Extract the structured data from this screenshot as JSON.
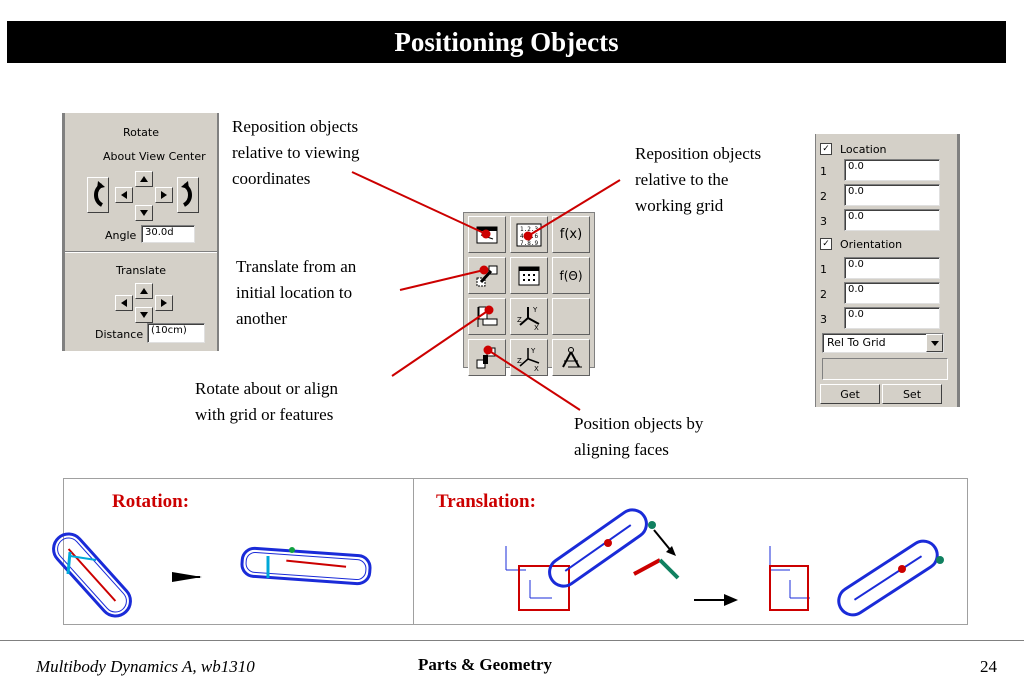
{
  "title": "Positioning Objects",
  "left_panel": {
    "rotate_label": "Rotate",
    "about_label": "About View Center",
    "angle_label": "Angle",
    "angle_value": "30.0d",
    "translate_label": "Translate",
    "distance_label": "Distance",
    "distance_value": "(10cm)"
  },
  "toolbar": {
    "fx_label": "f(x)",
    "ftheta_label": "f(Θ)",
    "table_label": "1.2.3 4.5.6 7.8.9"
  },
  "right_panel": {
    "location_label": "Location",
    "orientation_label": "Orientation",
    "rows": [
      {
        "index": "1",
        "value": "0.0"
      },
      {
        "index": "2",
        "value": "0.0"
      },
      {
        "index": "3",
        "value": "0.0"
      }
    ],
    "orient_rows": [
      {
        "index": "1",
        "value": "0.0"
      },
      {
        "index": "2",
        "value": "0.0"
      },
      {
        "index": "3",
        "value": "0.0"
      }
    ],
    "dropdown_value": "Rel To Grid",
    "get_label": "Get",
    "set_label": "Set"
  },
  "annotations": {
    "viewing": [
      "Reposition objects",
      "relative to viewing",
      "coordinates"
    ],
    "grid": [
      "Reposition objects",
      "relative to the",
      "working grid"
    ],
    "translate": [
      "Translate from an",
      "initial location to",
      "another"
    ],
    "rotate": [
      "Rotate about or align",
      "with grid or features"
    ],
    "faces": [
      "Position objects by",
      "aligning faces"
    ]
  },
  "examples": {
    "rotation_label": "Rotation:",
    "translation_label": "Translation:"
  },
  "footer": {
    "course": "Multibody Dynamics A, wb1310",
    "section": "Parts & Geometry",
    "page": "24"
  },
  "colors": {
    "accent_red": "#cc0000",
    "ui_gray": "#d4d0c8",
    "link_blue": "#0000cc"
  }
}
